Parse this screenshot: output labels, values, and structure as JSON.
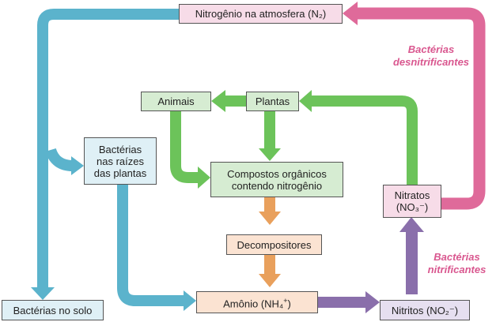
{
  "nodes": {
    "atmosphere": "Nitrogênio na atmosfera (N₂)",
    "root_bacteria": [
      "Bactérias",
      "nas raízes",
      "das plantas"
    ],
    "animals": "Animais",
    "plants": "Plantas",
    "organic": [
      "Compostos orgânicos",
      "contendo nitrogênio"
    ],
    "decomposers": "Decompositores",
    "soil_bacteria": "Bactérias no solo",
    "ammonium": "Amônio (NH₄",
    "ammonium_charge": "+",
    "ammonium_close": ")",
    "nitrites": "Nitritos (NO₂⁻)",
    "nitrates_line1": "Nitratos",
    "nitrates_line2": "(NO₃⁻)"
  },
  "labels": {
    "denitrifying": [
      "Bactérias",
      "desnitrificantes"
    ],
    "nitrifying": [
      "Bactérias",
      "nitrificantes"
    ]
  },
  "colors": {
    "blue_arrow": "#5bb3cc",
    "green_arrow": "#6cc35a",
    "orange_arrow": "#e9a05c",
    "purple_arrow": "#8a6fab",
    "pink_arrow": "#df6a9a",
    "pink_label": "#d9578f"
  }
}
